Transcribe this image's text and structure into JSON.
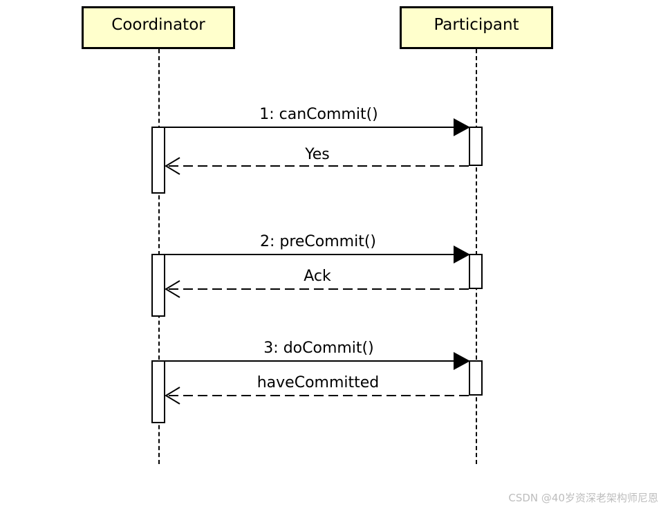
{
  "diagram": {
    "participants": [
      {
        "id": "coordinator",
        "label": "Coordinator"
      },
      {
        "id": "participant",
        "label": "Participant"
      }
    ],
    "messages": [
      {
        "phase": 1,
        "call": "1: canCommit()",
        "reply": "Yes"
      },
      {
        "phase": 2,
        "call": "2: preCommit()",
        "reply": "Ack"
      },
      {
        "phase": 3,
        "call": "3: doCommit()",
        "reply": "haveCommitted"
      }
    ],
    "colors": {
      "lifeline_head_fill": "#ffffcc",
      "line": "#000000",
      "watermark": "#bdbdbd"
    }
  },
  "watermark": "CSDN @40岁资深老架构师尼恩"
}
